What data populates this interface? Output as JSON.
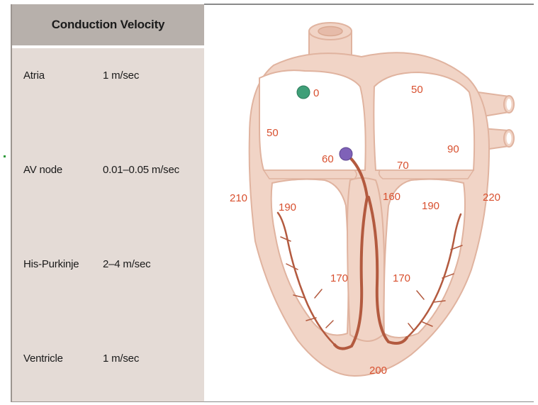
{
  "table": {
    "header": "Conduction Velocity",
    "rows": [
      {
        "site": "Atria",
        "velocity": "1 m/sec"
      },
      {
        "site": "AV node",
        "velocity": "0.01–0.05 m/sec"
      },
      {
        "site": "His-Purkinje",
        "velocity": "2–4 m/sec"
      },
      {
        "site": "Ventricle",
        "velocity": "1 m/sec"
      }
    ]
  },
  "heart_labels": {
    "sa_node": "0",
    "left_atrium": "50",
    "right_atrium_wall": "50",
    "av_node": "60",
    "left_atrium_lower": "90",
    "bundle": "70",
    "right_ventricle_wall_outer": "210",
    "right_ventricle_upper": "190",
    "septum_top": "160",
    "left_ventricle_upper": "190",
    "left_ventricle_wall_outer": "220",
    "septum_left": "170",
    "septum_right": "170",
    "apex": "200"
  },
  "colors": {
    "panel_background": "#e4dbd6",
    "header_background": "#b7b0ab",
    "heart_tissue": "#f1d4c6",
    "heart_outline": "#e0b39f",
    "chamber": "#ffffff",
    "conduction_path": "#b35a3f",
    "label": "#d8502f",
    "sa_node": "#3f9f78",
    "av_node": "#7f62b8"
  }
}
